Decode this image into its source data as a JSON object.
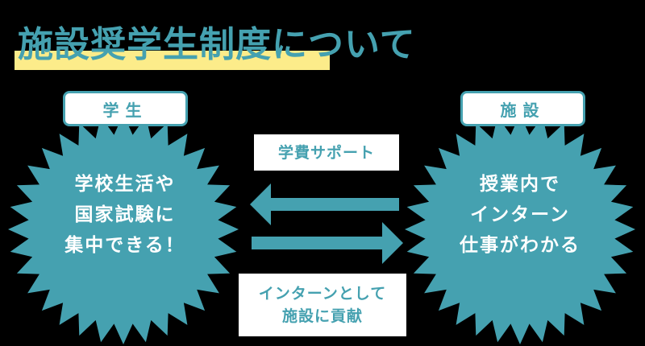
{
  "title": "施設奨学生制度について",
  "colors": {
    "accent": "#45a1b0",
    "highlight": "#fcec8a",
    "background": "#000000",
    "box": "#ffffff"
  },
  "student": {
    "badge": "学生",
    "lines": [
      "学校生活や",
      "国家試験に",
      "集中できる！"
    ]
  },
  "facility": {
    "badge": "施設",
    "lines": [
      "授業内で",
      "インターン",
      "仕事がわかる"
    ]
  },
  "arrows": {
    "to_student": {
      "direction": "left",
      "label": "学費サポート"
    },
    "to_facility": {
      "direction": "right",
      "label_lines": [
        "インターンとして",
        "施設に貢献"
      ]
    }
  }
}
